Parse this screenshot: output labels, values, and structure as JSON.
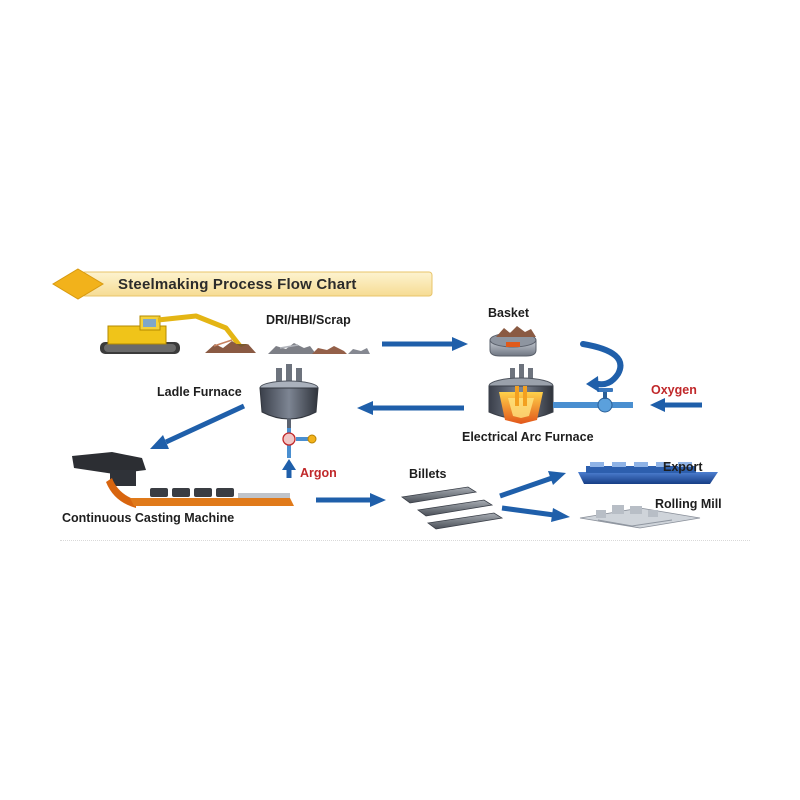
{
  "title": "Steelmaking Process Flow Chart",
  "nodes": {
    "scrap": "DRI/HBI/Scrap",
    "basket": "Basket",
    "oxygen": "Oxygen",
    "eaf": "Electrical Arc Furnace",
    "ladle": "Ladle Furnace",
    "argon": "Argon",
    "ccm": "Continuous Casting Machine",
    "billets": "Billets",
    "export": "Export",
    "rolling": "Rolling Mill"
  },
  "colors": {
    "arrow": "#1f5faa",
    "accent_gold": "#f2b21b",
    "banner": "#fbe9b4",
    "gas_label": "#c0282a"
  }
}
